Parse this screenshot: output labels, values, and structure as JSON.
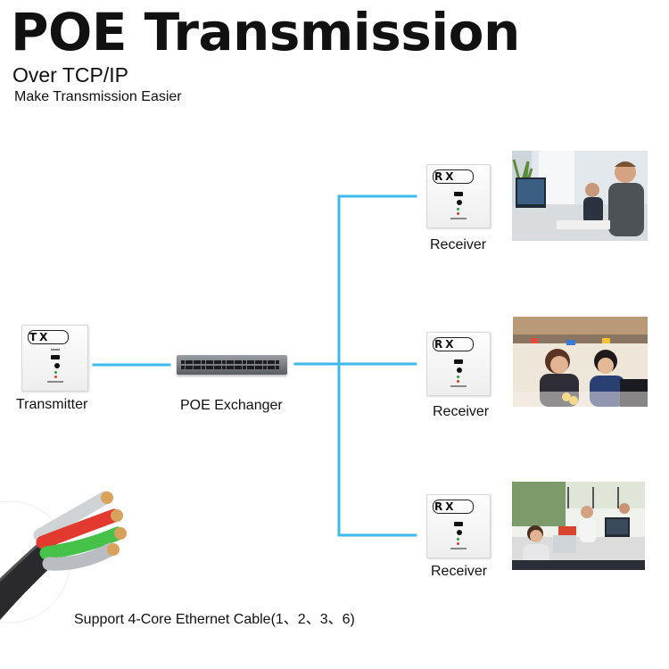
{
  "header": {
    "title": "POE Transmission",
    "subtitle": "Over TCP/IP",
    "tagline": "Make Transmission Easier"
  },
  "nodes": {
    "transmitter": {
      "label": "Transmitter",
      "tag": "TX"
    },
    "switch": {
      "label": "POE Exchanger"
    },
    "receivers": [
      {
        "label": "Receiver",
        "tag": "RX"
      },
      {
        "label": "Receiver",
        "tag": "RX"
      },
      {
        "label": "Receiver",
        "tag": "RX"
      }
    ]
  },
  "footer": {
    "cable_note": "Support 4-Core Ethernet Cable(1、2、3、6)"
  },
  "colors": {
    "link_line": "#3fb9ec",
    "cable_red": "#e23a2e",
    "cable_green": "#46c24a"
  },
  "icons": [
    "tx-wall-plate",
    "rx-wall-plate",
    "network-switch",
    "ethernet-cable",
    "office-photo"
  ]
}
